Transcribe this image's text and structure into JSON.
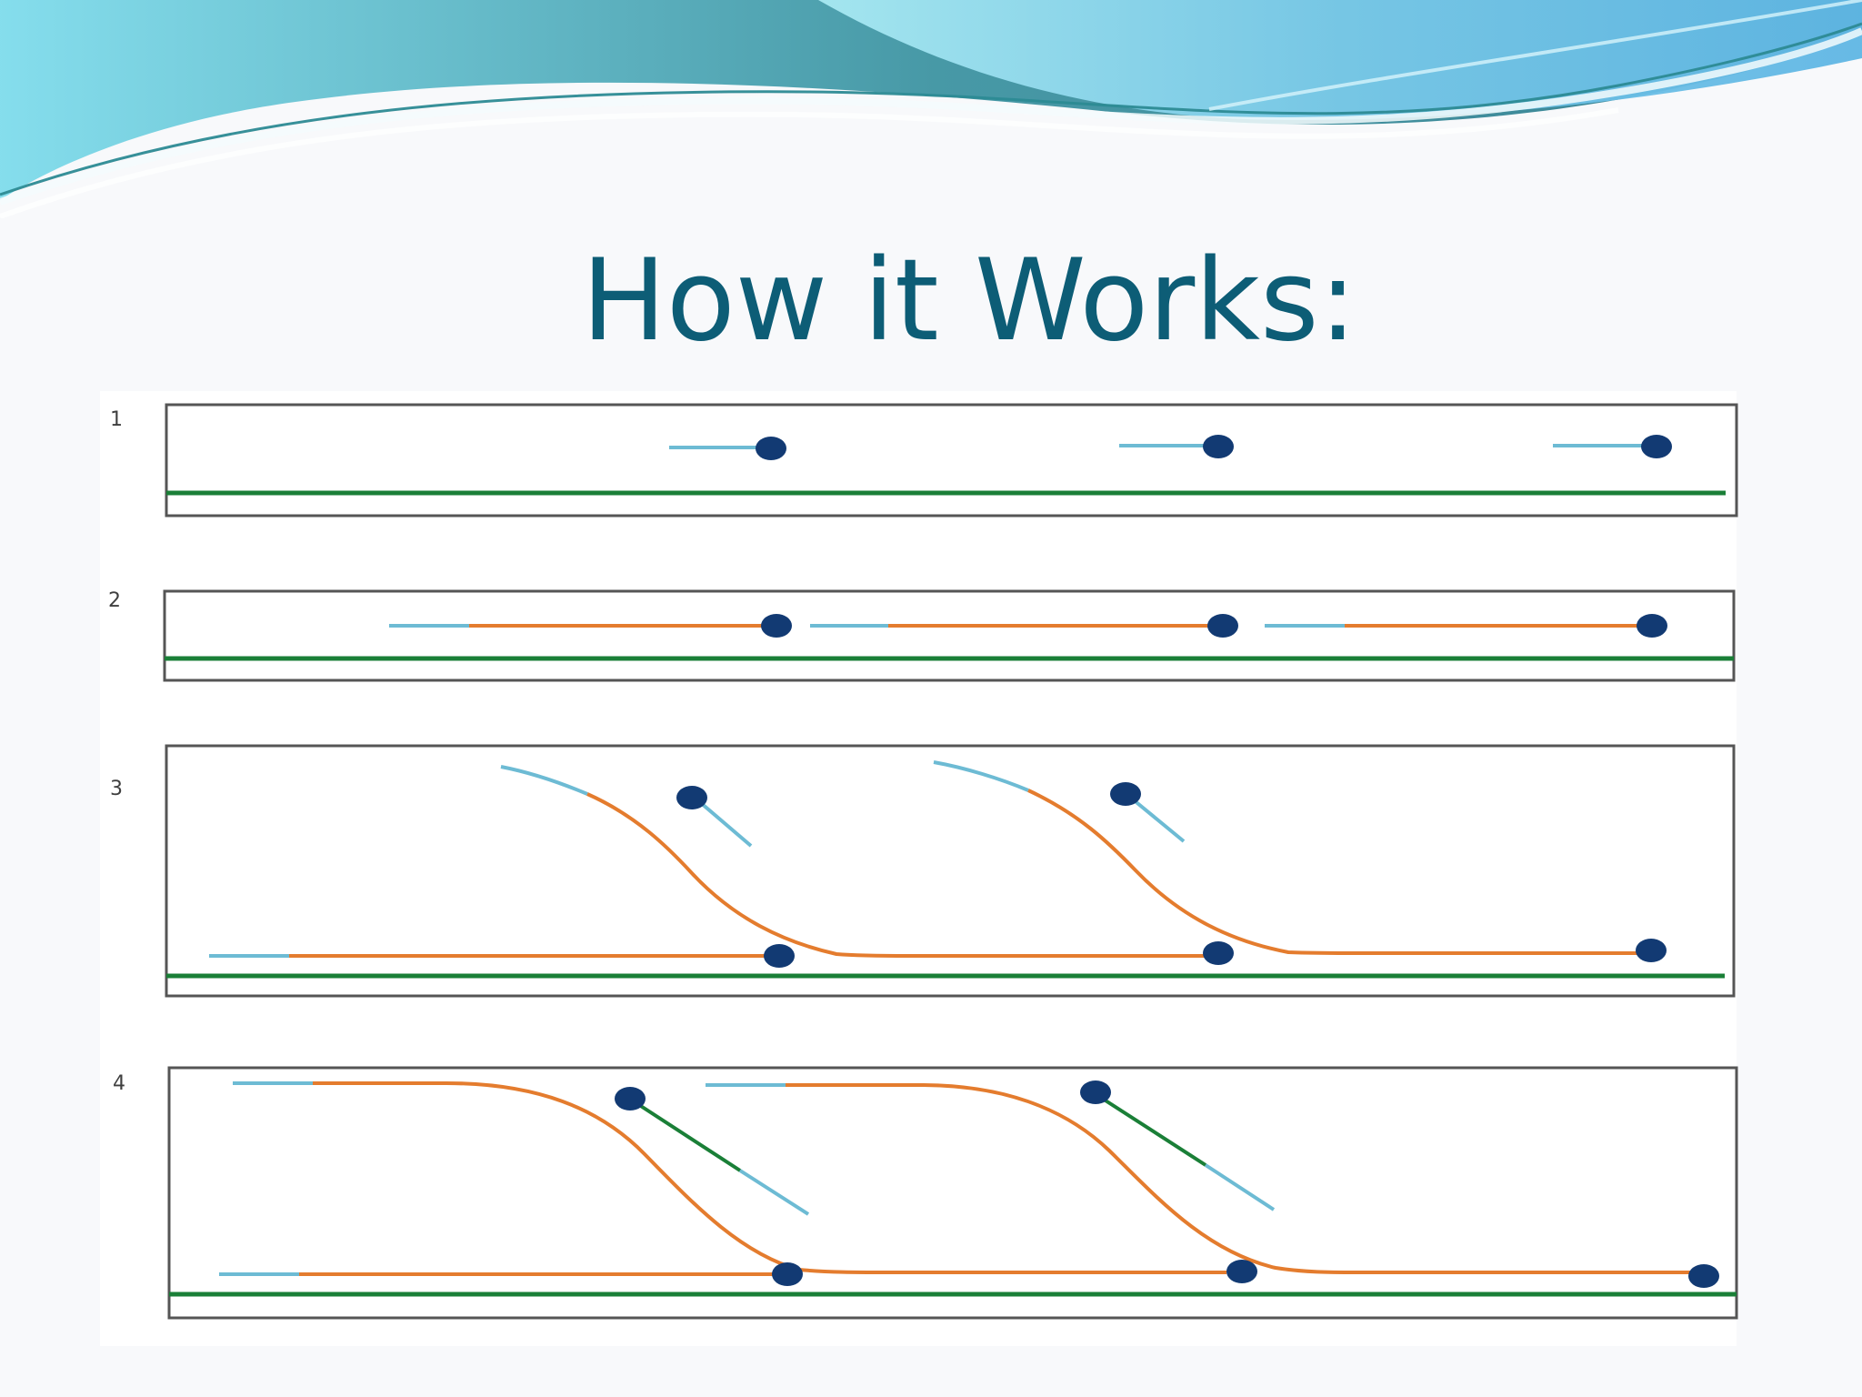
{
  "slide": {
    "title": "How it Works:"
  },
  "diagram": {
    "panel_labels": [
      "1",
      "2",
      "3",
      "4"
    ],
    "colors": {
      "template_strand": "#1a7f37",
      "rna_primer": "#6dbbd4",
      "dna_fragment": "#e47c2e",
      "polymerase_bead": "#123a73",
      "panel_border": "#555555",
      "header_light": "#8bd8ea",
      "header_blue": "#62b6de",
      "title": "#0d5d76"
    },
    "icon_names": [
      "polymerase-bead-icon",
      "strand-line-icon"
    ]
  }
}
